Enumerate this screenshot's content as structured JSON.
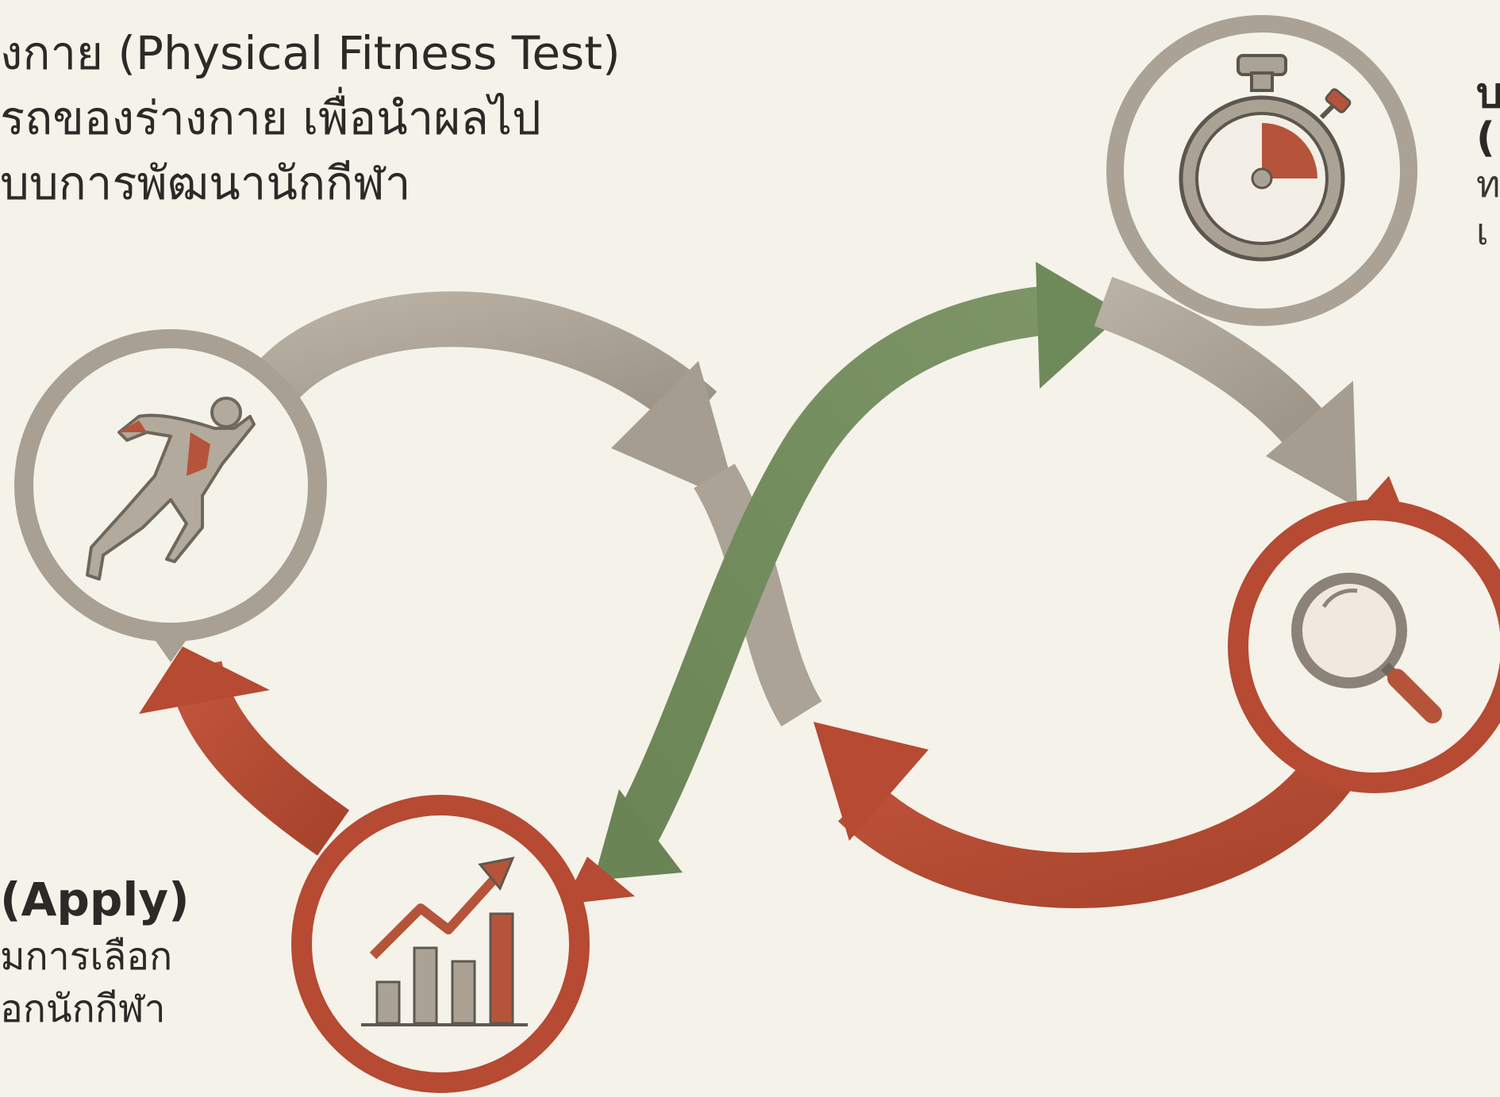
{
  "intro": {
    "line1": "งกาย (Physical Fitness Test)",
    "line2": "รถของร่างกาย เพื่อนำผลไป",
    "line3": "บบการพัฒนานักกีฬา"
  },
  "apply": {
    "title": "(Apply)",
    "line1": "มการเลือก",
    "line2": "อกนักกีฬา"
  },
  "right_block": {
    "line1": "บ",
    "line2": "(",
    "line3": "ท",
    "line4": "เ"
  },
  "nodes": [
    {
      "name": "runner",
      "icon": "runner-icon",
      "ring_color": "#a8a092"
    },
    {
      "name": "stopwatch",
      "icon": "stopwatch-icon",
      "ring_color": "#a8a092"
    },
    {
      "name": "magnifier",
      "icon": "magnifier-icon",
      "ring_color": "#b64a32"
    },
    {
      "name": "growth-chart",
      "icon": "chart-growth-icon",
      "ring_color": "#b64a32"
    }
  ],
  "colors": {
    "background": "#f5f2ea",
    "gray_arrow": "#a9a294",
    "green_arrow": "#6f8a5a",
    "red_arrow": "#b64a32",
    "text": "#2c2a27"
  }
}
